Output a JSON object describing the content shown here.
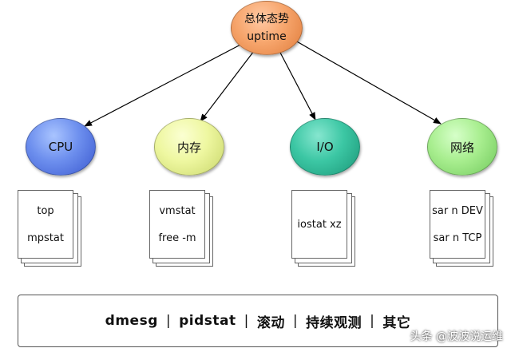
{
  "root": {
    "line1": "总体态势",
    "line2": "uptime"
  },
  "categories": [
    {
      "key": "cpu",
      "label": "CPU",
      "tools": [
        "top",
        "mpstat"
      ]
    },
    {
      "key": "mem",
      "label": "内存",
      "tools": [
        "vmstat",
        "free -m"
      ]
    },
    {
      "key": "io",
      "label": "I/O",
      "tools": [
        "iostat xz"
      ]
    },
    {
      "key": "net",
      "label": "网络",
      "tools": [
        "sar n DEV",
        "sar n TCP"
      ]
    }
  ],
  "bottom": {
    "items": [
      "dmesg",
      "pidstat",
      "滚动",
      "持续观测",
      "其它"
    ],
    "separator": "|"
  },
  "colors": {
    "root": "#f7a66d",
    "cpu": "#6d8fee",
    "mem": "#eef7a0",
    "io": "#3cc7a4",
    "net": "#a8ee8f"
  },
  "watermark": "头条 @波波说运维"
}
